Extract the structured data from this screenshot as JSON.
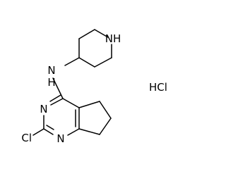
{
  "molecule": {
    "atoms": {
      "piperidine_nh": "NH",
      "amine_n": "N",
      "amine_h": "H",
      "pyrimidine_n3": "N",
      "pyrimidine_n1": "N",
      "chloro": "Cl"
    },
    "counterion": "HCl"
  },
  "colors": {
    "bond": "#000000",
    "label": "#000000",
    "background": "#ffffff"
  }
}
